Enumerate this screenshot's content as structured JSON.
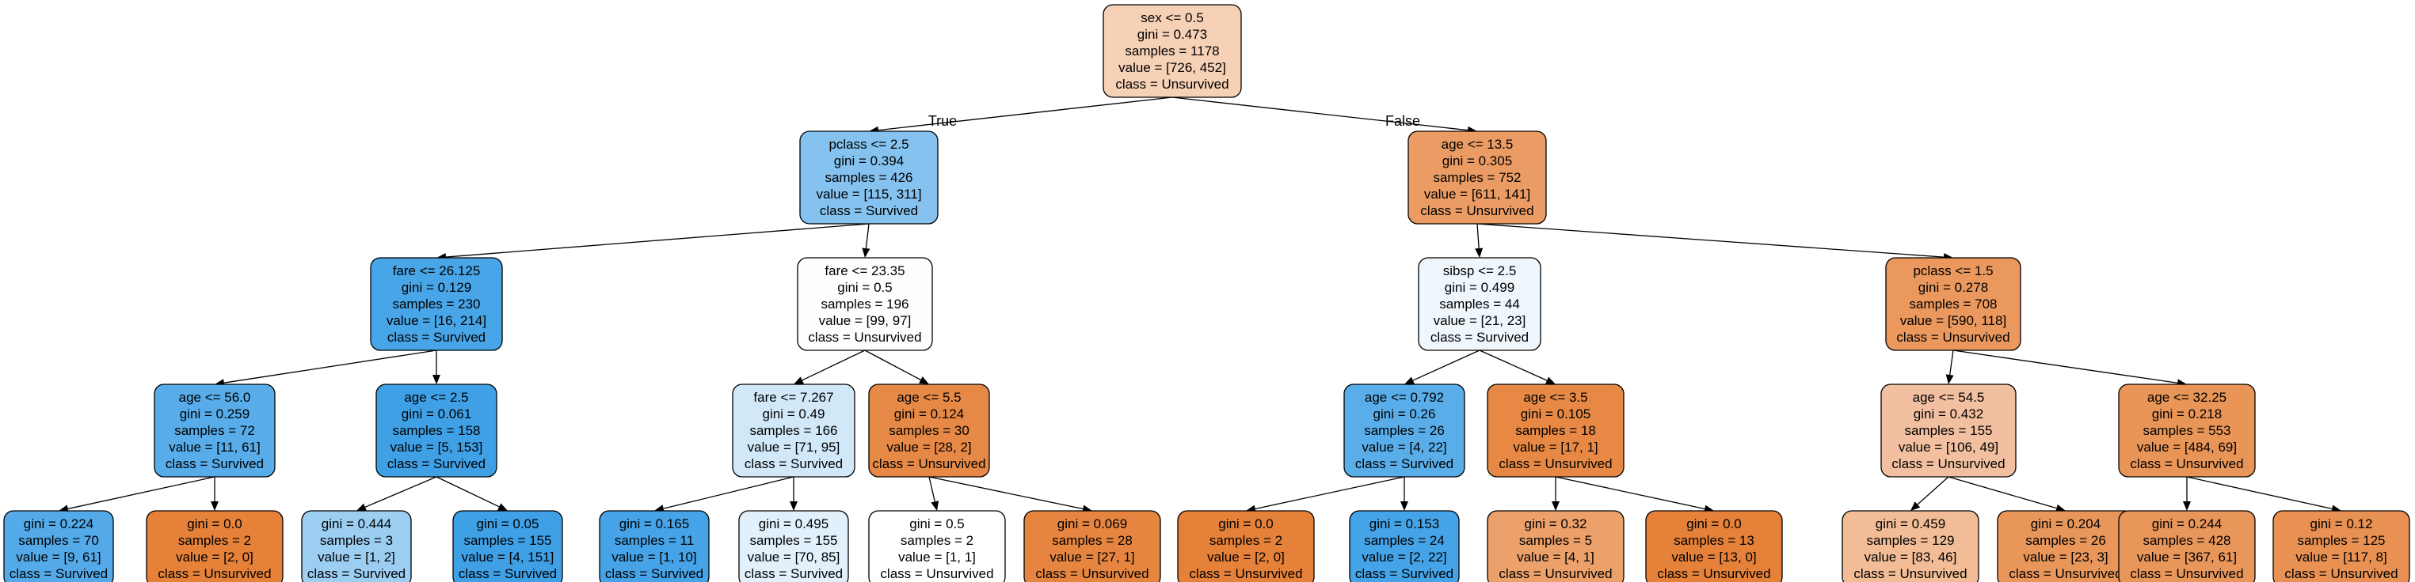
{
  "edge_labels": {
    "true_label": "True",
    "false_label": "False"
  },
  "nodes": [
    {
      "id": "n0",
      "fill": "#f6d1b6",
      "lines": [
        "sex <= 0.5",
        "gini = 0.473",
        "samples = 1178",
        "value = [726, 452]",
        "class = Unsurvived"
      ]
    },
    {
      "id": "n1",
      "fill": "#85c2ef",
      "lines": [
        "pclass <= 2.5",
        "gini = 0.394",
        "samples = 426",
        "value = [115, 311]",
        "class = Survived"
      ]
    },
    {
      "id": "n2",
      "fill": "#eb9c64",
      "lines": [
        "age <= 13.5",
        "gini = 0.305",
        "samples = 752",
        "value = [611, 141]",
        "class = Unsurvived"
      ]
    },
    {
      "id": "n3",
      "fill": "#48a5e7",
      "lines": [
        "fare <= 26.125",
        "gini = 0.129",
        "samples = 230",
        "value = [16, 214]",
        "class = Survived"
      ]
    },
    {
      "id": "n4",
      "fill": "#fffefe",
      "lines": [
        "fare <= 23.35",
        "gini = 0.5",
        "samples = 196",
        "value = [99, 97]",
        "class = Unsurvived"
      ]
    },
    {
      "id": "n5",
      "fill": "#eff7fd",
      "lines": [
        "sibsp <= 2.5",
        "gini = 0.499",
        "samples = 44",
        "value = [21, 23]",
        "class = Survived"
      ]
    },
    {
      "id": "n6",
      "fill": "#ea985d",
      "lines": [
        "pclass <= 1.5",
        "gini = 0.278",
        "samples = 708",
        "value = [590, 118]",
        "class = Unsurvived"
      ]
    },
    {
      "id": "n7",
      "fill": "#57ace9",
      "lines": [
        "age <= 56.0",
        "gini = 0.259",
        "samples = 72",
        "value = [11, 61]",
        "class = Survived"
      ]
    },
    {
      "id": "n8",
      "fill": "#3fa0e6",
      "lines": [
        "age <= 2.5",
        "gini = 0.061",
        "samples = 158",
        "value = [5, 153]",
        "class = Survived"
      ]
    },
    {
      "id": "n9",
      "fill": "#d1e8f9",
      "lines": [
        "fare <= 7.267",
        "gini = 0.49",
        "samples = 166",
        "value = [71, 95]",
        "class = Survived"
      ]
    },
    {
      "id": "n10",
      "fill": "#e78946",
      "lines": [
        "age <= 5.5",
        "gini = 0.124",
        "samples = 30",
        "value = [28, 2]",
        "class = Unsurvived"
      ]
    },
    {
      "id": "n11",
      "fill": "#59ade9",
      "lines": [
        "age <= 0.792",
        "gini = 0.26",
        "samples = 26",
        "value = [4, 22]",
        "class = Survived"
      ]
    },
    {
      "id": "n12",
      "fill": "#e78945",
      "lines": [
        "age <= 3.5",
        "gini = 0.105",
        "samples = 18",
        "value = [17, 1]",
        "class = Unsurvived"
      ]
    },
    {
      "id": "n13",
      "fill": "#f2c0a0",
      "lines": [
        "age <= 54.5",
        "gini = 0.432",
        "samples = 155",
        "value = [106, 49]",
        "class = Unsurvived"
      ]
    },
    {
      "id": "n14",
      "fill": "#e99558",
      "lines": [
        "age <= 32.25",
        "gini = 0.218",
        "samples = 553",
        "value = [484, 69]",
        "class = Unsurvived"
      ]
    },
    {
      "id": "n15",
      "fill": "#54aae9",
      "lines": [
        "gini = 0.224",
        "samples = 70",
        "value = [9, 61]",
        "class = Survived"
      ]
    },
    {
      "id": "n16",
      "fill": "#e58139",
      "lines": [
        "gini = 0.0",
        "samples = 2",
        "value = [2, 0]",
        "class = Unsurvived"
      ]
    },
    {
      "id": "n17",
      "fill": "#9ccef2",
      "lines": [
        "gini = 0.444",
        "samples = 3",
        "value = [1, 2]",
        "class = Survived"
      ]
    },
    {
      "id": "n18",
      "fill": "#3fa0e6",
      "lines": [
        "gini = 0.05",
        "samples = 155",
        "value = [4, 151]",
        "class = Survived"
      ]
    },
    {
      "id": "n19",
      "fill": "#46a3e7",
      "lines": [
        "gini = 0.165",
        "samples = 11",
        "value = [1, 10]",
        "class = Survived"
      ]
    },
    {
      "id": "n20",
      "fill": "#e1f0fb",
      "lines": [
        "gini = 0.495",
        "samples = 155",
        "value = [70, 85]",
        "class = Survived"
      ]
    },
    {
      "id": "n21",
      "fill": "#ffffff",
      "lines": [
        "gini = 0.5",
        "samples = 2",
        "value = [1, 1]",
        "class = Unsurvived"
      ]
    },
    {
      "id": "n22",
      "fill": "#e68540",
      "lines": [
        "gini = 0.069",
        "samples = 28",
        "value = [27, 1]",
        "class = Unsurvived"
      ]
    },
    {
      "id": "n23",
      "fill": "#e58139",
      "lines": [
        "gini = 0.0",
        "samples = 2",
        "value = [2, 0]",
        "class = Unsurvived"
      ]
    },
    {
      "id": "n24",
      "fill": "#45a3e7",
      "lines": [
        "gini = 0.153",
        "samples = 24",
        "value = [2, 22]",
        "class = Survived"
      ]
    },
    {
      "id": "n25",
      "fill": "#eca06a",
      "lines": [
        "gini = 0.32",
        "samples = 5",
        "value = [4, 1]",
        "class = Unsurvived"
      ]
    },
    {
      "id": "n26",
      "fill": "#e58139",
      "lines": [
        "gini = 0.0",
        "samples = 13",
        "value = [13, 0]",
        "class = Unsurvived"
      ]
    },
    {
      "id": "n27",
      "fill": "#f1bc96",
      "lines": [
        "gini = 0.459",
        "samples = 129",
        "value = [83, 46]",
        "class = Unsurvived"
      ]
    },
    {
      "id": "n28",
      "fill": "#e9965a",
      "lines": [
        "gini = 0.204",
        "samples = 26",
        "value = [23, 3]",
        "class = Unsurvived"
      ]
    },
    {
      "id": "n29",
      "fill": "#e9965b",
      "lines": [
        "gini = 0.244",
        "samples = 428",
        "value = [367, 61]",
        "class = Unsurvived"
      ]
    },
    {
      "id": "n30",
      "fill": "#e89152",
      "lines": [
        "gini = 0.12",
        "samples = 125",
        "value = [117, 8]",
        "class = Unsurvived"
      ]
    }
  ],
  "edges": [
    [
      "n0",
      "n1"
    ],
    [
      "n0",
      "n2"
    ],
    [
      "n1",
      "n3"
    ],
    [
      "n1",
      "n4"
    ],
    [
      "n2",
      "n5"
    ],
    [
      "n2",
      "n6"
    ],
    [
      "n3",
      "n7"
    ],
    [
      "n3",
      "n8"
    ],
    [
      "n4",
      "n9"
    ],
    [
      "n4",
      "n10"
    ],
    [
      "n5",
      "n11"
    ],
    [
      "n5",
      "n12"
    ],
    [
      "n6",
      "n13"
    ],
    [
      "n6",
      "n14"
    ],
    [
      "n7",
      "n15"
    ],
    [
      "n7",
      "n16"
    ],
    [
      "n8",
      "n17"
    ],
    [
      "n8",
      "n18"
    ],
    [
      "n9",
      "n19"
    ],
    [
      "n9",
      "n20"
    ],
    [
      "n10",
      "n21"
    ],
    [
      "n10",
      "n22"
    ],
    [
      "n11",
      "n23"
    ],
    [
      "n11",
      "n24"
    ],
    [
      "n12",
      "n25"
    ],
    [
      "n12",
      "n26"
    ],
    [
      "n13",
      "n27"
    ],
    [
      "n13",
      "n28"
    ],
    [
      "n14",
      "n29"
    ],
    [
      "n14",
      "n30"
    ]
  ]
}
